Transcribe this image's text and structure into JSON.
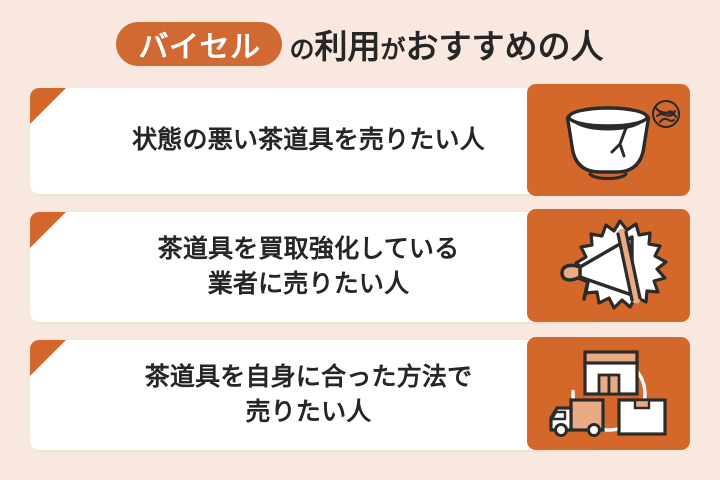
{
  "background_color": "#f8e8e0",
  "accent_color": "#d4682b",
  "pill_color": "#d16a32",
  "text_color": "#262626",
  "card_color": "#ffffff",
  "header": {
    "brand_label": "バイセル",
    "tail_part_1": "の",
    "tail_part_2": "利用",
    "tail_part_3": "が",
    "tail_part_4": "おすすめの人",
    "full_title": "バイセルの利用がおすすめの人"
  },
  "cards": [
    {
      "lines": [
        "状態の悪い茶道具を売りたい人"
      ],
      "icon_name": "tea-bowl-icon",
      "icon_label": "茶碗"
    },
    {
      "lines": [
        "茶道具を買取強化している",
        "業者に売りたい人"
      ],
      "icon_name": "megaphone-icon",
      "icon_label": "メガホン"
    },
    {
      "lines": [
        "茶道具を自身に合った方法で",
        "売りたい人"
      ],
      "icon_name": "store-truck-box-icon",
      "icon_label": "店舗・トラック・宅配"
    }
  ]
}
